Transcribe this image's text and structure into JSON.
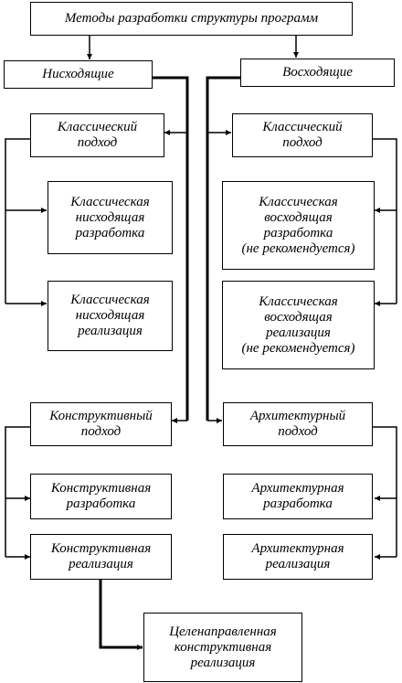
{
  "diagram": {
    "title": "Методы разработки структуры программ",
    "top_down": "Нисходящие",
    "bottom_up": "Восходящие",
    "left": {
      "classic_approach": "Классический\nподход",
      "classic_development": "Классическая\nнисходящая\nразработка",
      "classic_implementation": "Классическая\nнисходящая\nреализация",
      "constructive_approach": "Конструктивный\nподход",
      "constructive_development": "Конструктивная\nразработка",
      "constructive_implementation": "Конструктивная\nреализация",
      "targeted_implementation": "Целенаправленная\nконструктивная\nреализация"
    },
    "right": {
      "classic_approach": "Классический\nподход",
      "classic_development": "Классическая\nвосходящая\nразработка\n(не рекомендуется)",
      "classic_implementation": "Классическая\nвосходящая\nреализация\n(не рекомендуется)",
      "architectural_approach": "Архитектурный\nподход",
      "architectural_development": "Архитектурная\nразработка",
      "architectural_implementation": "Архитектурная\nреализация"
    }
  }
}
